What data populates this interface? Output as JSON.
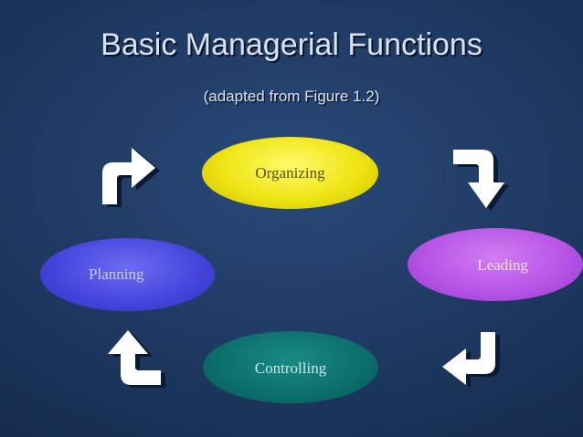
{
  "slide": {
    "title": "Basic Managerial Functions",
    "subtitle": "(adapted from Figure 1.2)"
  },
  "nodes": {
    "organizing": "Organizing",
    "planning": "Planning",
    "leading": "Leading",
    "controlling": "Controlling"
  },
  "colors": {
    "background": "#1f3a64",
    "organizing": "#efe414",
    "planning": "#4444dc",
    "leading": "#b552e6",
    "controlling": "#0c6e6b",
    "arrow": "#ffffff"
  },
  "arrows": [
    {
      "name": "planning-to-organizing-arrow",
      "direction": "right"
    },
    {
      "name": "organizing-to-leading-arrow",
      "direction": "down"
    },
    {
      "name": "leading-to-controlling-arrow",
      "direction": "left"
    },
    {
      "name": "controlling-to-planning-arrow",
      "direction": "up"
    }
  ]
}
